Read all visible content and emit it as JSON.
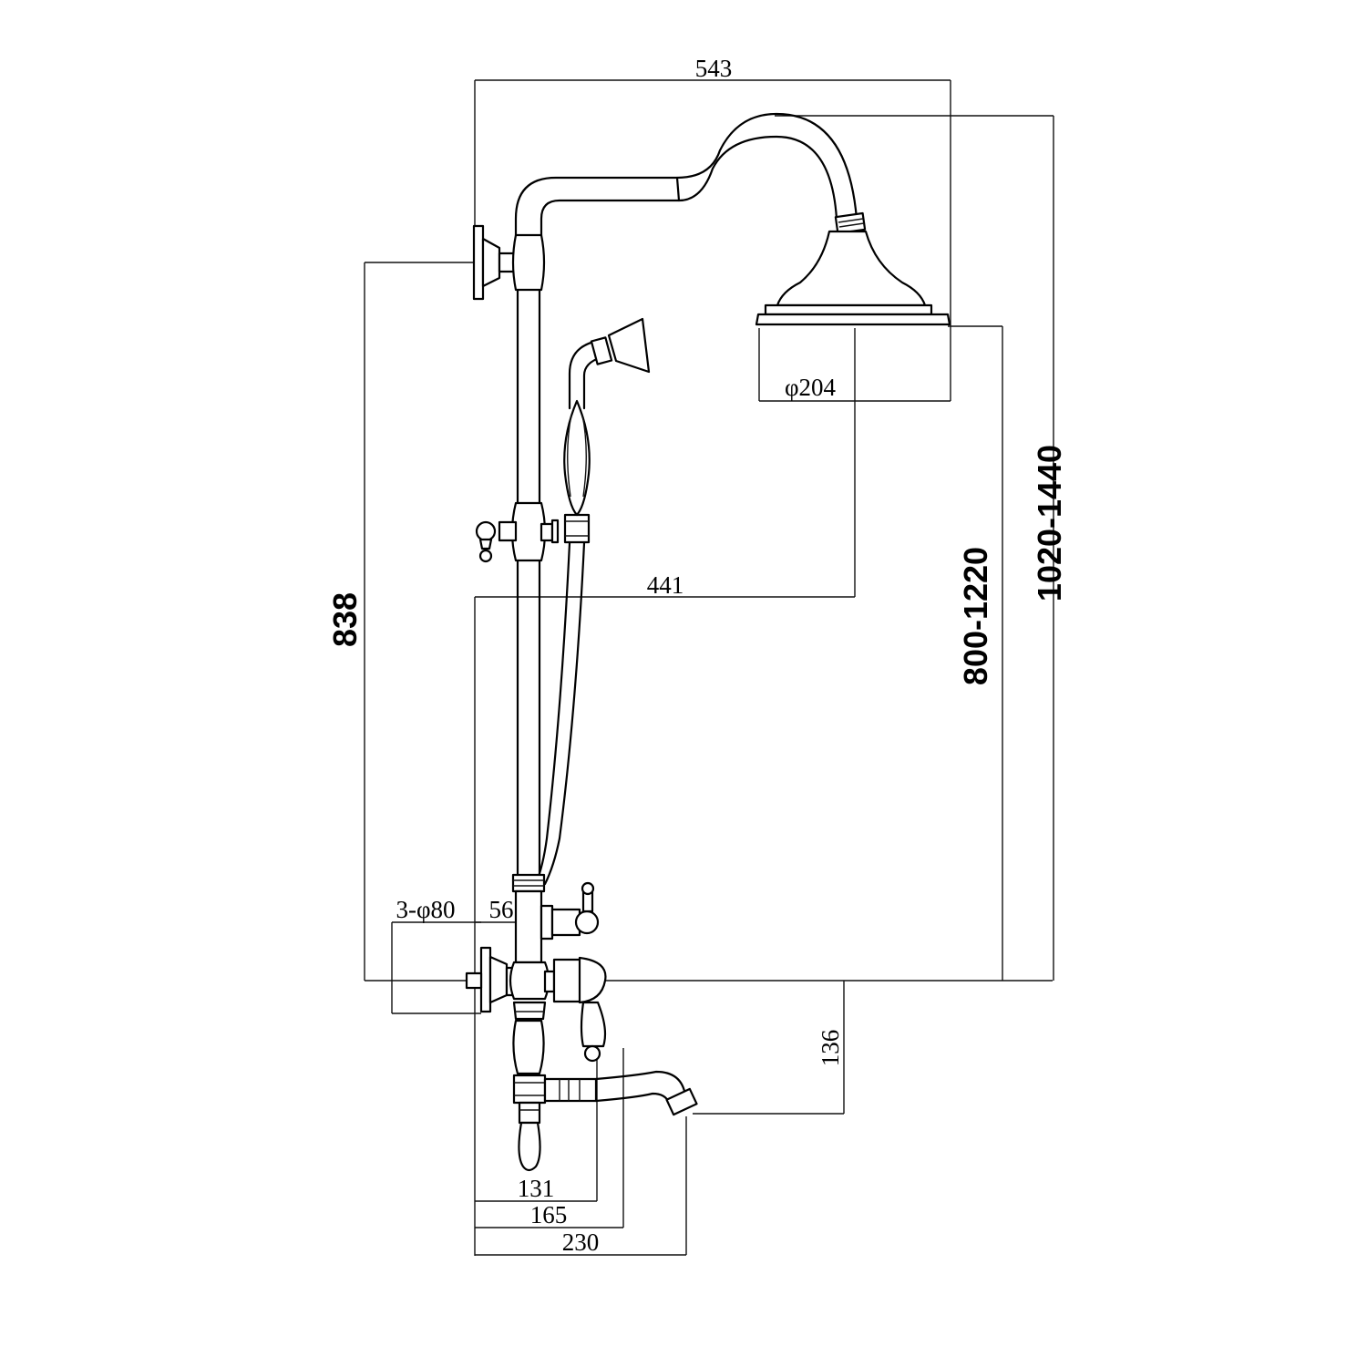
{
  "dimensions": {
    "width_total": "543",
    "head_diameter": "φ204",
    "head_offset": "441",
    "bracket_height": "838",
    "head_height_range": "800-1220",
    "total_height_range": "1020-1440",
    "escutcheon": "3-φ80",
    "escutcheon_depth": "56",
    "spout_height": "136",
    "spout_131": "131",
    "spout_165": "165",
    "spout_230": "230"
  }
}
